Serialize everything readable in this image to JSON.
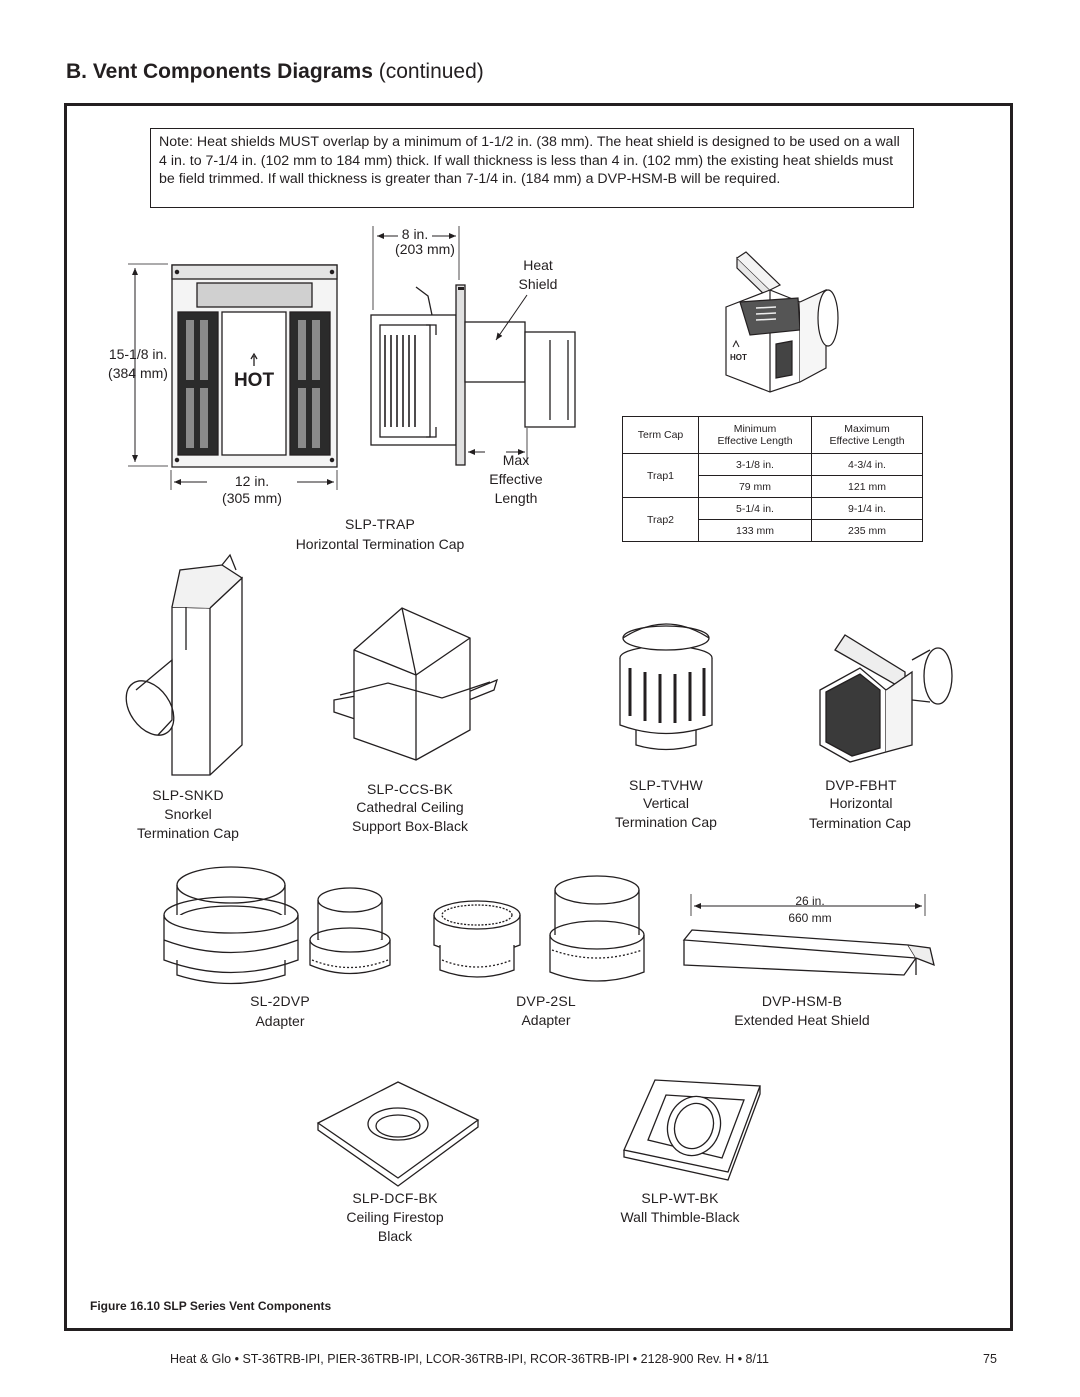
{
  "header": {
    "title_bold": "B.  Vent Components Diagrams",
    "title_cont": " (continued)"
  },
  "note": "Note: Heat shields MUST overlap by a minimum of 1-1/2 in. (38 mm). The heat shield is designed to be used on a wall 4 in. to 7-1/4 in. (102 mm to 184 mm) thick. If wall thickness is less than 4 in. (102 mm) the existing heat shields must be field trimmed. If wall thickness is greater than 7-1/4 in. (184 mm) a DVP-HSM-B will be required.",
  "slp_trap": {
    "height_in": "15-1/8 in.",
    "height_mm": "(384 mm)",
    "width_in": "12 in.",
    "width_mm": "(305 mm)",
    "depth_in": "8 in.",
    "depth_mm": "(203 mm)",
    "hot_label": "HOT",
    "heat_shield_1": "Heat",
    "heat_shield_2": "Shield",
    "max_1": "Max",
    "max_2": "Effective",
    "max_3": "Length",
    "code": "SLP-TRAP",
    "name": "Horizontal Termination Cap"
  },
  "table": {
    "h_col1": "Term Cap",
    "h_col2_1": "Minimum",
    "h_col2_2": "Effective Length",
    "h_col3_1": "Maximum",
    "h_col3_2": "Effective Length",
    "rows": [
      {
        "name": "Trap1",
        "min_in": "3-1/8 in.",
        "max_in": "4-3/4 in.",
        "min_mm": "79 mm",
        "max_mm": "121 mm"
      },
      {
        "name": "Trap2",
        "min_in": "5-1/4 in.",
        "max_in": "9-1/4  in.",
        "min_mm": "133 mm",
        "max_mm": "235 mm"
      }
    ]
  },
  "components": {
    "snkd": {
      "code": "SLP-SNKD",
      "l1": "Snorkel",
      "l2": "Termination Cap"
    },
    "ccs": {
      "code": "SLP-CCS-BK",
      "l1": "Cathedral Ceiling",
      "l2": "Support Box-Black"
    },
    "tvhw": {
      "code": "SLP-TVHW",
      "l1": "Vertical",
      "l2": "Termination Cap"
    },
    "fbht": {
      "code": "DVP-FBHT",
      "l1": "Horizontal",
      "l2": "Termination Cap"
    },
    "sl2dvp": {
      "code": "SL-2DVP",
      "l1": "Adapter"
    },
    "dvp2sl": {
      "code": "DVP-2SL",
      "l1": "Adapter"
    },
    "hsm": {
      "code": "DVP-HSM-B",
      "l1": "Extended Heat Shield",
      "dim_in": "26 in.",
      "dim_mm": "660 mm"
    },
    "dcf": {
      "code": "SLP-DCF-BK",
      "l1": "Ceiling Firestop",
      "l2": "Black"
    },
    "wt": {
      "code": "SLP-WT-BK",
      "l1": "Wall Thimble-Black"
    }
  },
  "caption": "Figure 16.10  SLP Series Vent Components",
  "footer": "Heat & Glo  •  ST-36TRB-IPI, PIER-36TRB-IPI, LCOR-36TRB-IPI, RCOR-36TRB-IPI  •  2128-900 Rev. H  •  8/11",
  "page_number": "75"
}
